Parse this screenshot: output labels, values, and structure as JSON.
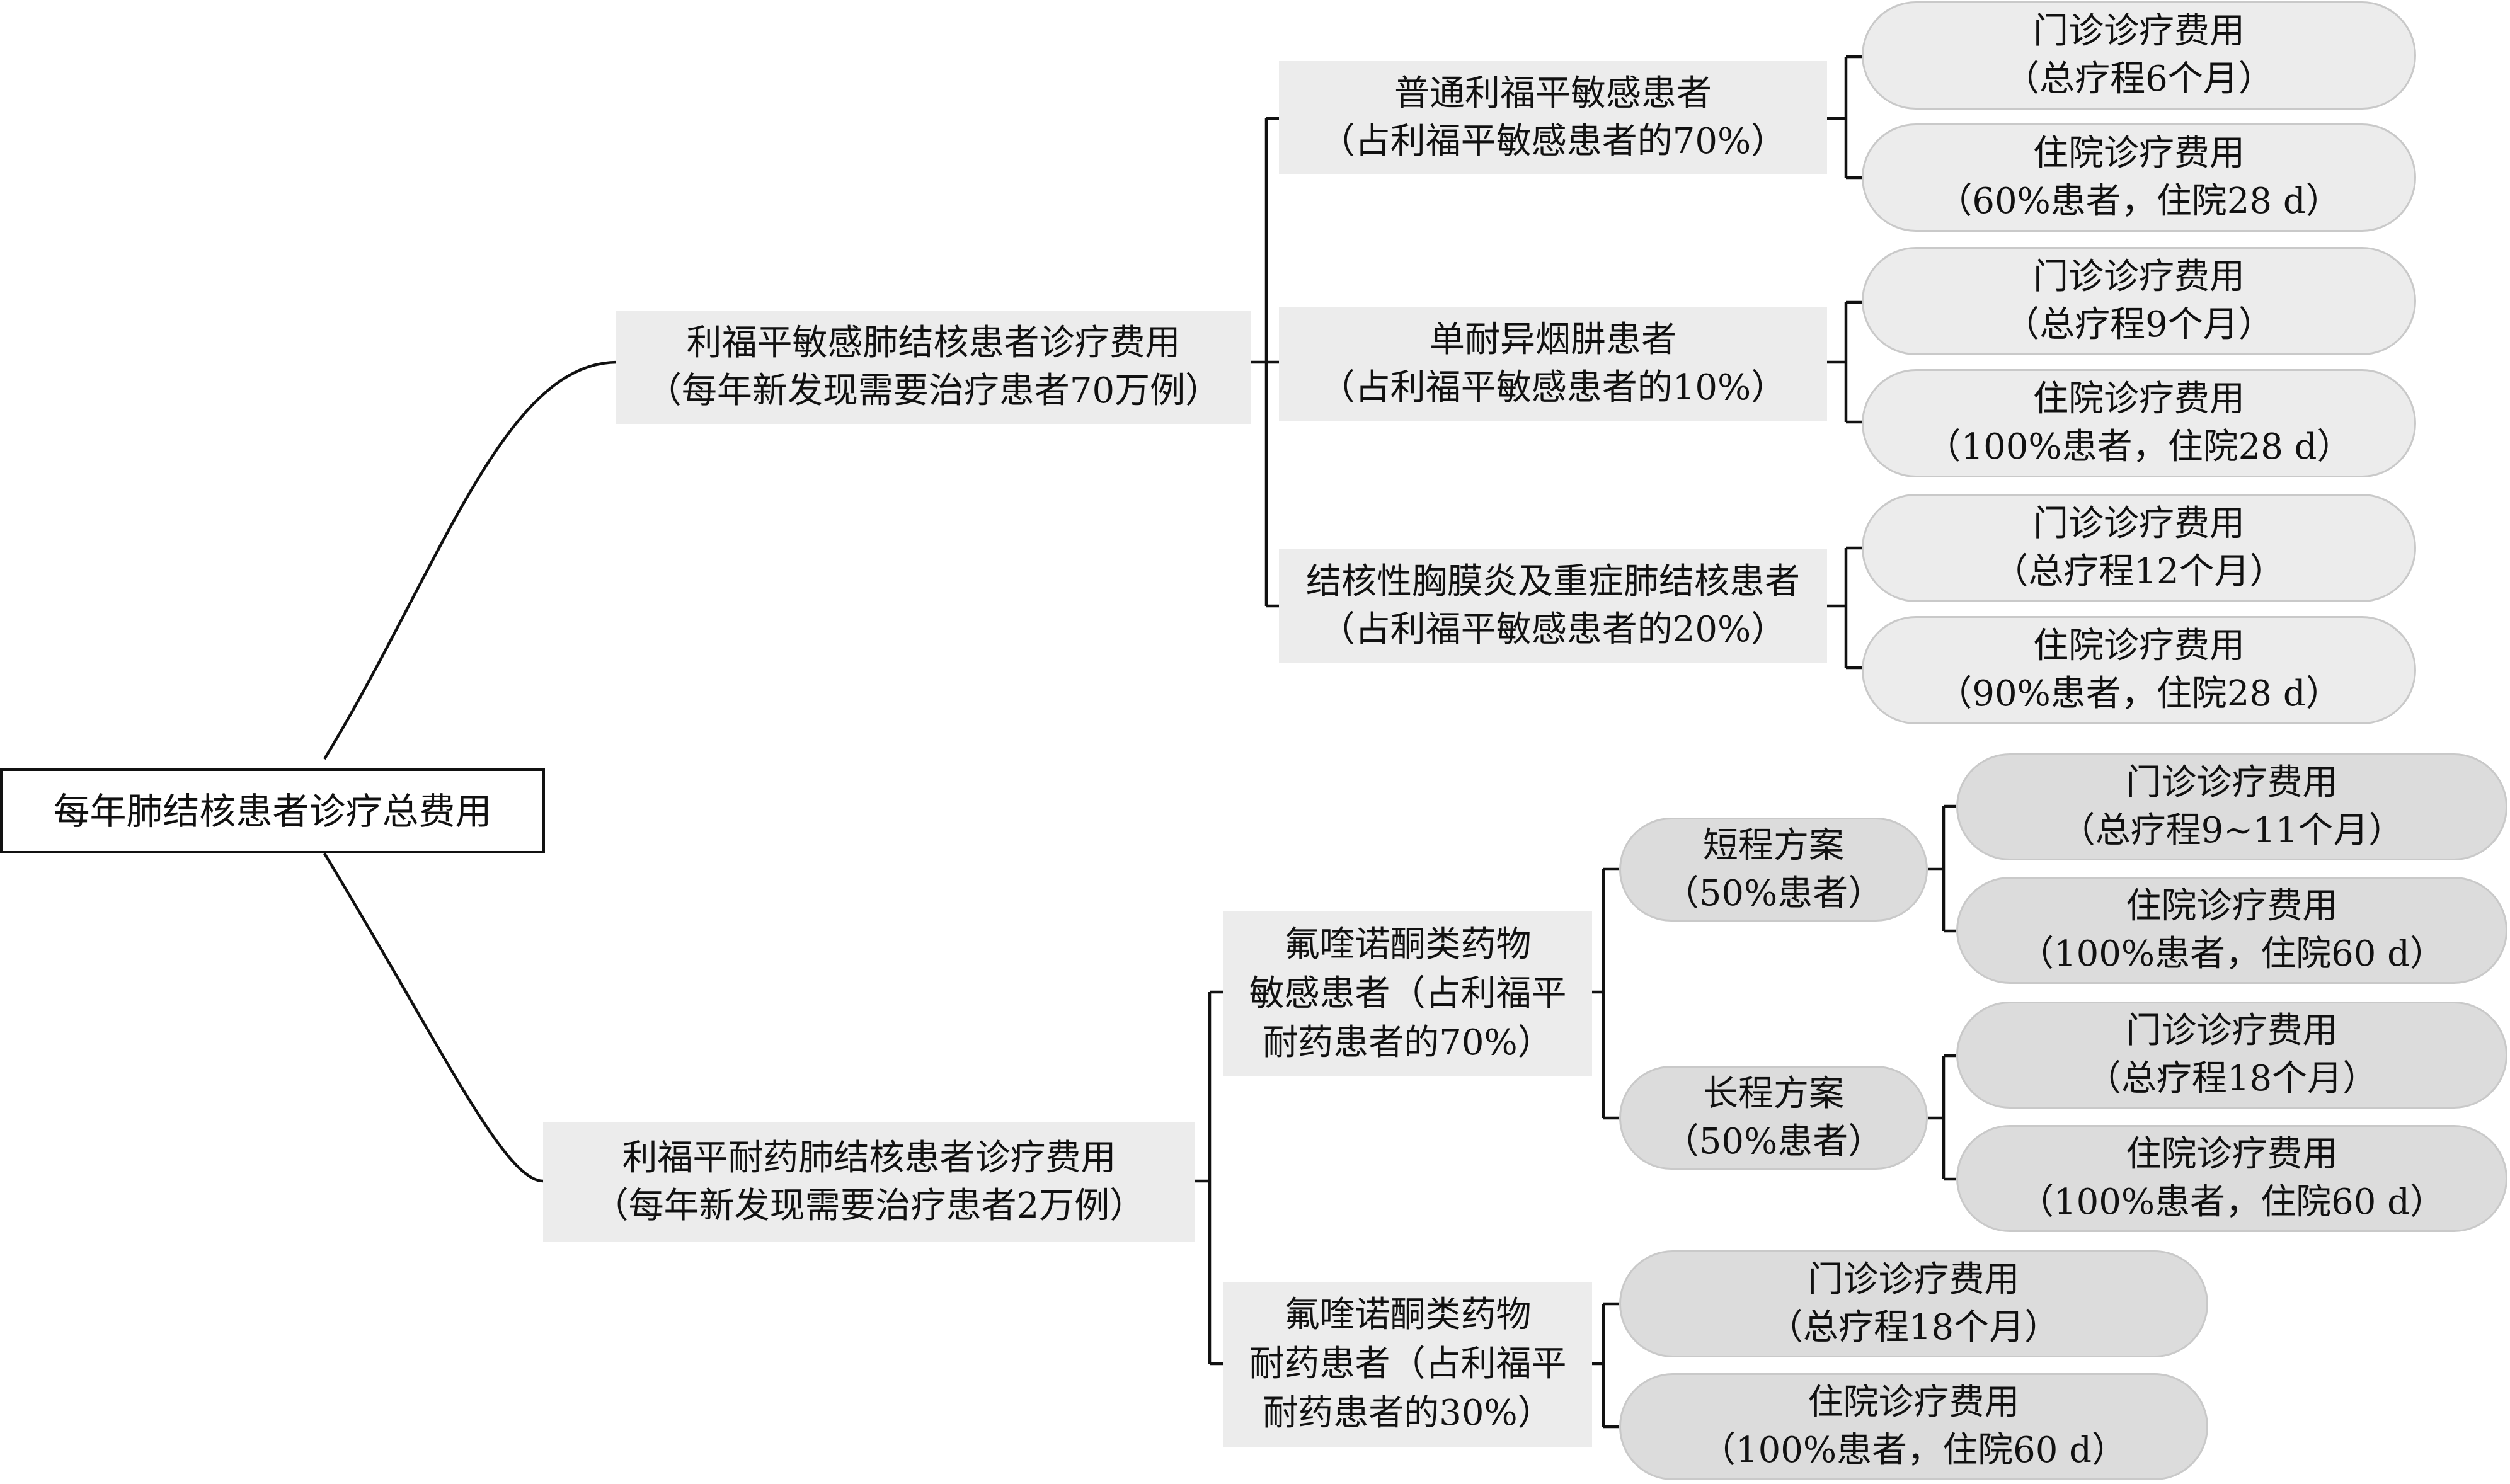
{
  "root": {
    "label": "每年肺结核患者诊疗总费用"
  },
  "sensitive": {
    "label": "利福平敏感肺结核患者诊疗费用",
    "sub": "（每年新发现需要治疗患者70万例）",
    "groups": [
      {
        "label": "普通利福平敏感患者",
        "sub": "（占利福平敏感患者的70%）",
        "outpatient": {
          "label": "门诊诊疗费用",
          "sub": "（总疗程6个月）"
        },
        "inpatient": {
          "label": "住院诊疗费用",
          "sub": "（60%患者，住院28 d）"
        }
      },
      {
        "label": "单耐异烟肼患者",
        "sub": "（占利福平敏感患者的10%）",
        "outpatient": {
          "label": "门诊诊疗费用",
          "sub": "（总疗程9个月）"
        },
        "inpatient": {
          "label": "住院诊疗费用",
          "sub": "（100%患者，住院28 d）"
        }
      },
      {
        "label": "结核性胸膜炎及重症肺结核患者",
        "sub": "（占利福平敏感患者的20%）",
        "outpatient": {
          "label": "门诊诊疗费用",
          "sub": "（总疗程12个月）"
        },
        "inpatient": {
          "label": "住院诊疗费用",
          "sub": "（90%患者，住院28 d）"
        }
      }
    ]
  },
  "resistant": {
    "label": "利福平耐药肺结核患者诊疗费用",
    "sub": "（每年新发现需要治疗患者2万例）",
    "fq_sensitive": {
      "lines": [
        "氟喹诺酮类药物",
        "敏感患者（占利福平",
        "耐药患者的70%）"
      ],
      "short_plan": {
        "label": "短程方案",
        "sub": "（50%患者）",
        "outpatient": {
          "label": "门诊诊疗费用",
          "sub": "（总疗程9~11个月）"
        },
        "inpatient": {
          "label": "住院诊疗费用",
          "sub": "（100%患者，住院60 d）"
        }
      },
      "long_plan": {
        "label": "长程方案",
        "sub": "（50%患者）",
        "outpatient": {
          "label": "门诊诊疗费用",
          "sub": "（总疗程18个月）"
        },
        "inpatient": {
          "label": "住院诊疗费用",
          "sub": "（100%患者，住院60 d）"
        }
      }
    },
    "fq_resistant": {
      "lines": [
        "氟喹诺酮类药物",
        "耐药患者（占利福平",
        "耐药患者的30%）"
      ],
      "outpatient": {
        "label": "门诊诊疗费用",
        "sub": "（总疗程18个月）"
      },
      "inpatient": {
        "label": "住院诊疗费用",
        "sub": "（100%患者，住院60 d）"
      }
    }
  }
}
